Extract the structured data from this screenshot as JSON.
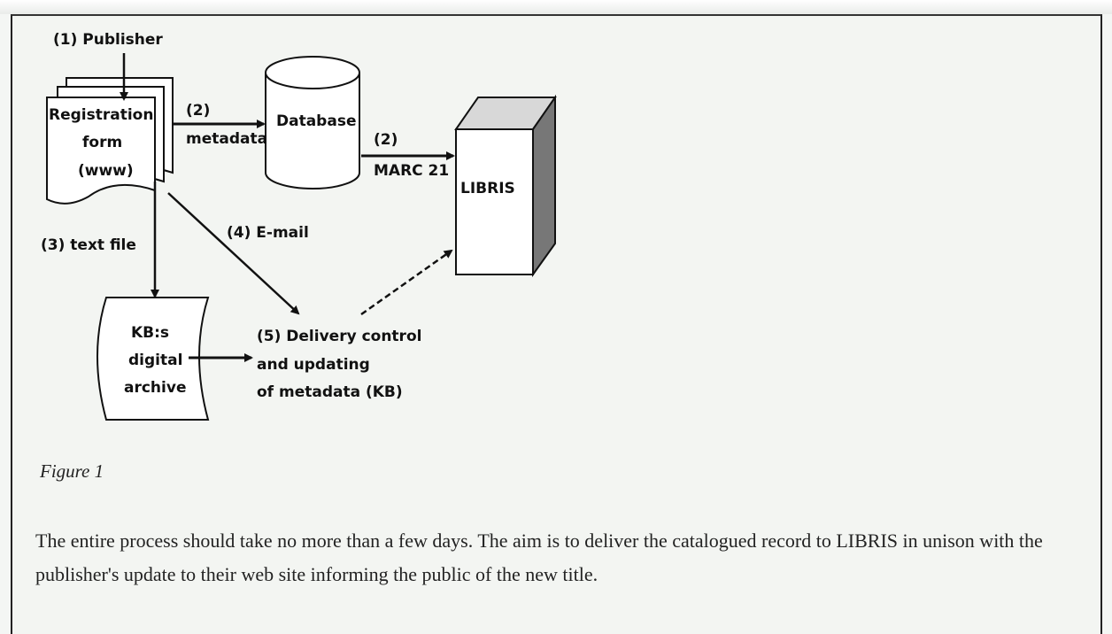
{
  "diagram": {
    "publisher": "(1) Publisher",
    "registration_form": [
      "Registration",
      "form",
      "(www)"
    ],
    "arrow_metadata": [
      "(2)",
      "metadata"
    ],
    "database": "Database",
    "arrow_marc": [
      "(2)",
      "MARC 21"
    ],
    "libris": "LIBRIS",
    "text_file": "(3) text file",
    "email": "(4) E-mail",
    "archive": [
      "KB:s",
      "digital",
      "archive"
    ],
    "delivery": [
      "(5) Delivery control",
      "and updating",
      "of metadata (KB)"
    ]
  },
  "caption": "Figure 1",
  "paragraph": "The entire process should take no more than a few days. The aim is to deliver the catalogued record to LIBRIS in unison with the publisher's update to their web site informing the public of the new title."
}
